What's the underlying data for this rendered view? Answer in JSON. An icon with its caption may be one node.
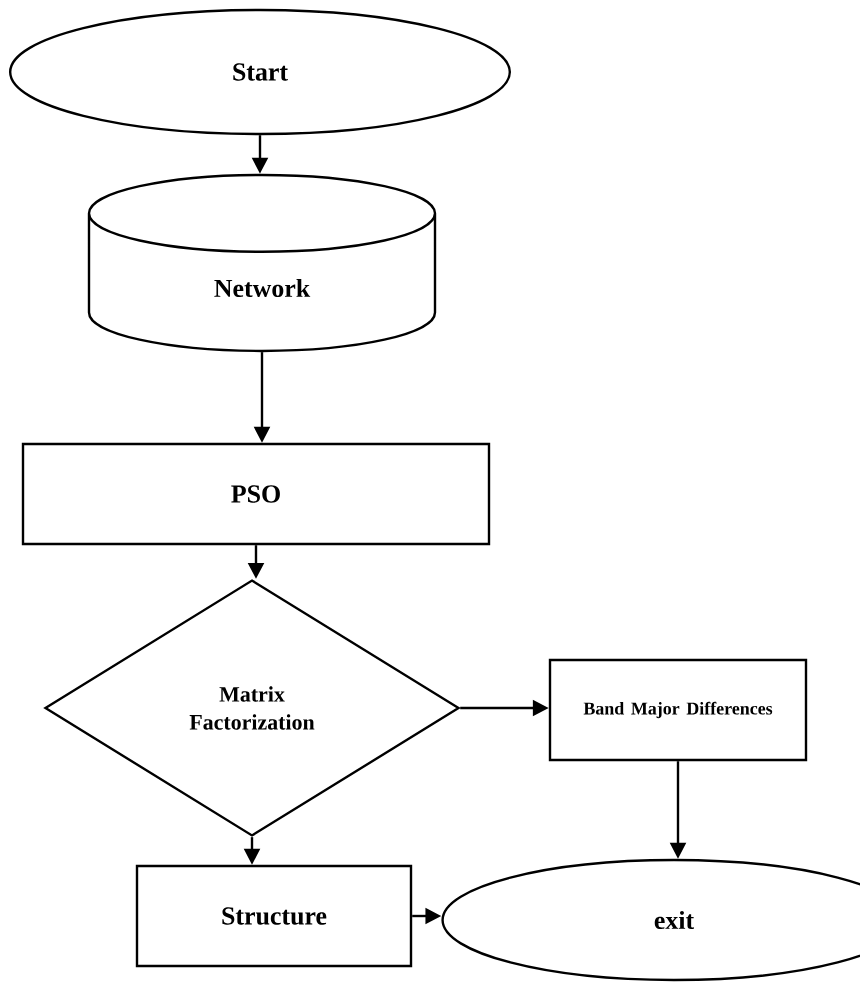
{
  "diagram": {
    "nodes": [
      {
        "text": [
          "Start"
        ]
      },
      {
        "text": [
          "Network"
        ]
      },
      {
        "text": [
          "PSO"
        ]
      },
      {
        "text": [
          "Matrix Factorization"
        ]
      },
      {
        "text": [
          "Band Major Differences"
        ]
      },
      {
        "text": [
          "Structure"
        ]
      },
      {
        "text": [
          "exit"
        ]
      }
    ],
    "edges": [
      {
        "from": 0,
        "to": 1,
        "arrow": "to"
      },
      {
        "from": 1,
        "to": 2,
        "arrow": "to"
      },
      {
        "from": 2,
        "to": 3,
        "arrow": "to"
      },
      {
        "from": 3,
        "to": 4,
        "arrow": "to"
      },
      {
        "from": 3,
        "to": 5,
        "arrow": "to"
      },
      {
        "from": 4,
        "to": 6,
        "arrow": "to"
      },
      {
        "from": 5,
        "to": 6,
        "arrow": "to"
      }
    ]
  }
}
